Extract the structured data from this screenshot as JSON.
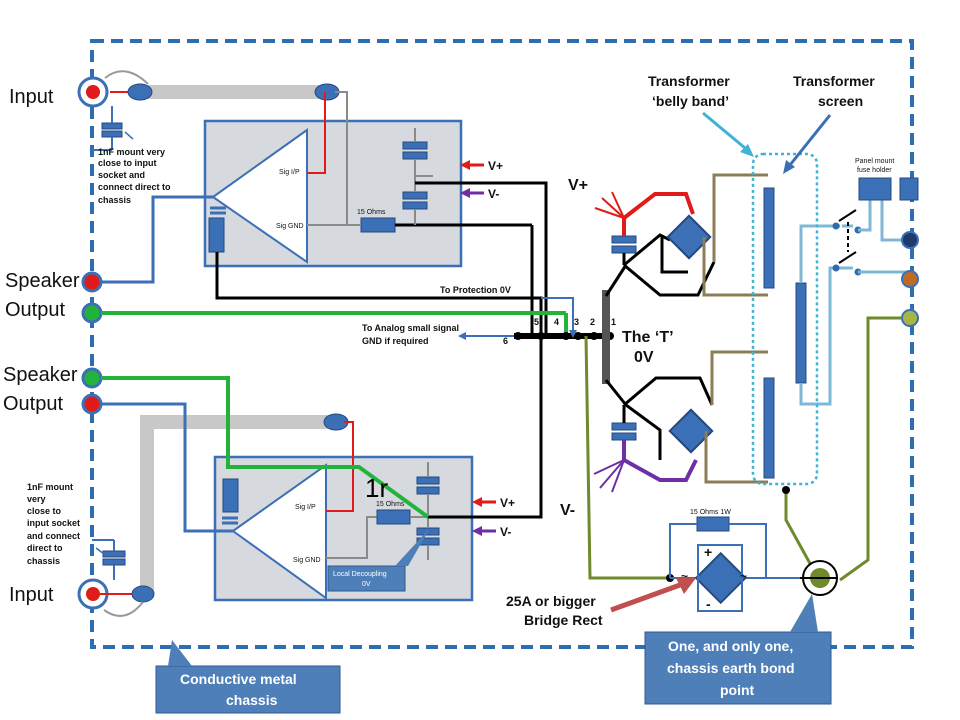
{
  "labels": {
    "input_top": "Input",
    "input_bottom": "Input",
    "speaker_top": "Speaker",
    "output_top": "Output",
    "speaker_bottom": "Speaker",
    "output_bottom": "Output",
    "cap_note_top_1": "1nF mount very",
    "cap_note_top_2": "close to input",
    "cap_note_top_3": "socket and",
    "cap_note_top_4": "connect direct to",
    "cap_note_top_5": "chassis",
    "cap_note_bot_1": "1nF mount",
    "cap_note_bot_2": "very",
    "cap_note_bot_3": "close to",
    "cap_note_bot_4": "input socket",
    "cap_note_bot_5": "and connect",
    "cap_note_bot_6": "direct to",
    "cap_note_bot_7": "chassis",
    "sig_ip_top": "Sig I/P",
    "sig_gnd_top": "Sig GND",
    "ohms_top": "15 Ohms",
    "vplus_top": "V+",
    "vminus_top": "V-",
    "sig_ip_bot": "Sig I/P",
    "sig_gnd_bot": "Sig GND",
    "ohms_bot": "15 Ohms",
    "vplus_bot": "V+",
    "vminus_bot": "V-",
    "one_r": "1r",
    "local_decoupling_1": "Local Decoupling",
    "local_decoupling_2": "0V",
    "to_protection": "To Protection 0V",
    "to_analog_1": "To Analog small signal",
    "to_analog_2": "GND if required",
    "star_1": "1",
    "star_2": "2",
    "star_3": "3",
    "star_4": "4",
    "star_5": "5",
    "star_6": "6",
    "the_t": "The ‘T’",
    "zero_v": "0V",
    "psu_vplus": "V+",
    "psu_vminus": "V-",
    "belly_band_1": "Transformer",
    "belly_band_2": "‘belly band’",
    "screen_1": "Transformer",
    "screen_2": "screen",
    "fuse_1": "Panel mount",
    "fuse_2": "fuse holder",
    "bridge_resistor": "15 Ohms 1W",
    "bridge_plus": "+",
    "bridge_minus": "-",
    "bridge_ac_l": "~",
    "bridge_ac_r1": "~",
    "bridge_ac_r2": "~",
    "bridge_rect_1": "25A or bigger",
    "bridge_rect_2": "Bridge Rect",
    "earth_bond_1": "One, and only one,",
    "earth_bond_2": "chassis earth bond",
    "earth_bond_3": "point",
    "chassis_1": "Conductive metal",
    "chassis_2": "chassis"
  },
  "colors": {
    "chassis_border": "#2e6db0",
    "box_fill": "#4e7fb8",
    "board_fill": "#d6d9de",
    "ground_black": "#000000",
    "vplus_red": "#e11a1a",
    "vminus_purple": "#6d2fa3",
    "speaker_green": "#22b33a",
    "earth_olive": "#6f8a2c",
    "transformer_tan": "#8b7d55",
    "screen_dotted": "#3fb3d6",
    "signal_blue": "#3b6fb6"
  }
}
